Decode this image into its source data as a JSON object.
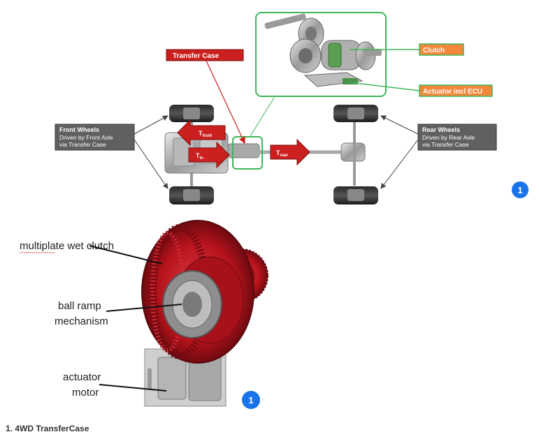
{
  "diagram1": {
    "transfer_case_label": "Transfer Case",
    "clutch_label": "Clutch",
    "actuator_label": "Actuator incl ECU",
    "front_wheels_title": "Front Wheels",
    "front_wheels_desc1": "Driven by Front Axle",
    "front_wheels_desc2": "via Transfer Case",
    "rear_wheels_title": "Rear Wheels",
    "rear_wheels_desc1": "Driven by Rear Axle",
    "rear_wheels_desc2": "via Transfer Case",
    "t_front": "T",
    "t_front_sub": "front",
    "t_in": "T",
    "t_in_sub": "in",
    "t_rear": "T",
    "t_rear_sub": "rear",
    "badge": "1"
  },
  "diagram2": {
    "label_clutch": "multiplate wet clutch",
    "label_ballramp_1": "ball ramp",
    "label_ballramp_2": "mechanism",
    "label_actuator_1": "actuator",
    "label_actuator_2": "motor",
    "badge": "1"
  },
  "caption": "1. 4WD TransferCase",
  "colors": {
    "label_red": "#cc1f1f",
    "label_orange": "#f4873a",
    "frame_green": "#3fb55a",
    "callout_gray": "#606060",
    "badge_blue": "#1a73e8",
    "gear_red": "#b5121b"
  }
}
